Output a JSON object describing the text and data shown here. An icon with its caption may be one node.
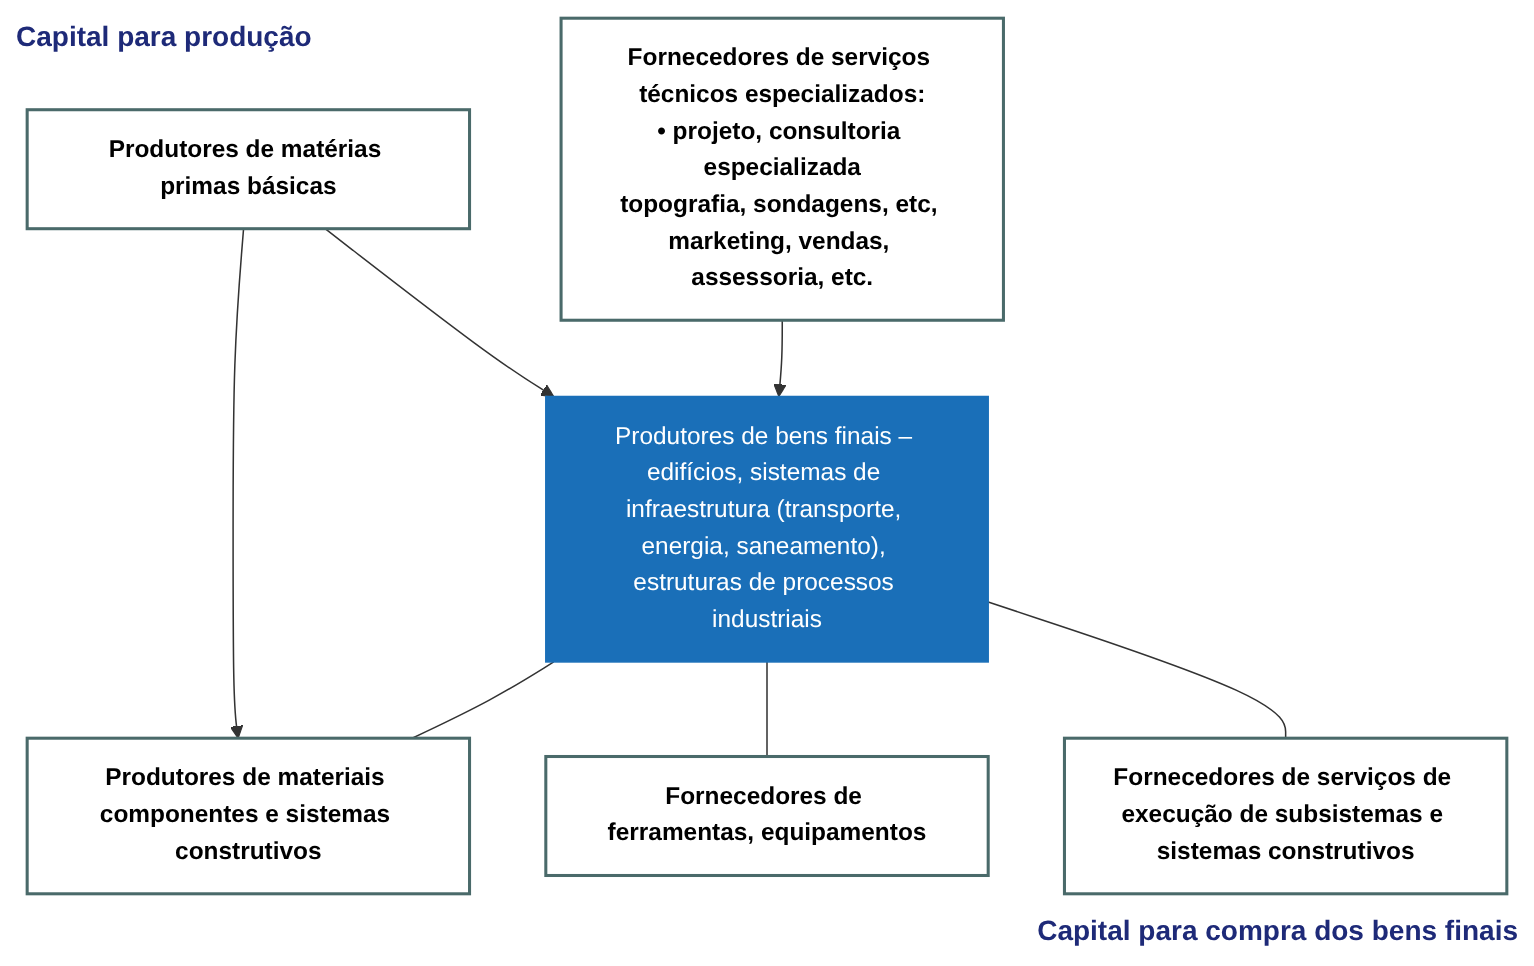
{
  "diagram": {
    "nodes": [
      {
        "text": [
          "Produtores de matérias primas básicas"
        ]
      },
      {
        "text": [
          "Fornecedores de serviços técnicos especializados:",
          "• projeto, consultoria especializada",
          "topografia, sondagens, etc, marketing, vendas, assessoria, etc."
        ]
      },
      {
        "text": [
          "Produtores de bens finais – edifícios, sistemas de infraestrutura (transporte, energia, saneamento), estruturas de processos industriais"
        ]
      },
      {
        "text": [
          "Produtores de materiais componentes e sistemas construtivos"
        ]
      },
      {
        "text": [
          "Fornecedores de serviços de execução de subsistemas e sistemas construtivos"
        ]
      },
      {
        "text": [
          "Fornecedores de ferramentas, equipamentos"
        ]
      }
    ],
    "edges": [
      {
        "from": 0,
        "to": 2,
        "arrow": "to"
      },
      {
        "from": 0,
        "to": 3,
        "arrow": "to"
      },
      {
        "from": 1,
        "to": 2,
        "arrow": "to"
      },
      {
        "from": 2,
        "to": 3,
        "arrow": "none"
      },
      {
        "from": 2,
        "to": 5,
        "arrow": "none"
      },
      {
        "from": 2,
        "to": 4,
        "arrow": "none"
      }
    ],
    "labels": [
      "Capital para produção",
      "Capital para compra dos bens finais"
    ]
  }
}
